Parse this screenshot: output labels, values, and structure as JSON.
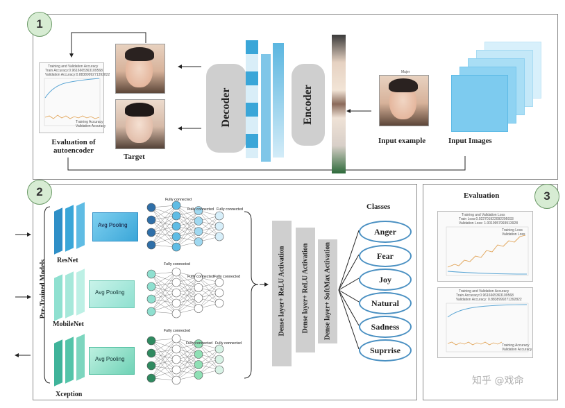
{
  "panel1": {
    "badge": "1",
    "evaluation_label": "Evaluation of autoencoder",
    "target_label": "Target",
    "decoder_label": "Decoder",
    "encoder_label": "Encoder",
    "input_example_label": "Input example",
    "input_images_label": "Input Images",
    "chart_title": "Training and Validation Accuracy",
    "chart_sub1": "Train Accuracy:0.9616665363109568",
    "chart_sub2": "Validation Accuracy:0.8838999271392822",
    "chart_legend1": "Training Accuracy",
    "chart_legend2": "Validation Accuracy",
    "input_example_title": "Mujer"
  },
  "panel2": {
    "badge": "2",
    "side_label": "Pre-Trained Models",
    "models": [
      {
        "name": "ResNet",
        "pool": "Avg Pooling"
      },
      {
        "name": "MobileNet",
        "pool": "Avg Pooling"
      },
      {
        "name": "Xception",
        "pool": "Avg Pooling"
      }
    ],
    "fc_label": "Fully connected",
    "dense": [
      "Dense layer+ ReLU Activation",
      "Dense layer+ ReLU Activation",
      "Dense layer+ SoftMax Activation"
    ],
    "classes_title": "Classes",
    "classes": [
      "Anger",
      "Fear",
      "Joy",
      "Natural",
      "Sadness",
      "Suprrise"
    ]
  },
  "panel3": {
    "badge": "3",
    "title": "Evaluation",
    "chart1_title": "Training and Validation Loss",
    "chart1_sub1": "Train Loss:0.022701922092295933",
    "chart1_sub2": "Validation Loss: 1.0019957993913928",
    "chart1_legend1": "Training Loss",
    "chart1_legend2": "Validation Loss",
    "chart2_title": "Training and Validation Accuracy",
    "chart2_sub1": "Train Accuracy:0.9616665363109568",
    "chart2_sub2": "Validation Accuracy: 0.8838999271392822",
    "chart2_legend1": "Training Accuracy",
    "chart2_legend2": "Validation Accuracy"
  },
  "watermark": "知乎 @戏命",
  "colors": {
    "accent_blue": "#3aa6d8",
    "light_blue": "#bfe6f7",
    "teal": "#8fe0d0",
    "green_node": "#2f8a60",
    "badge_fill": "#d7ecd3"
  }
}
